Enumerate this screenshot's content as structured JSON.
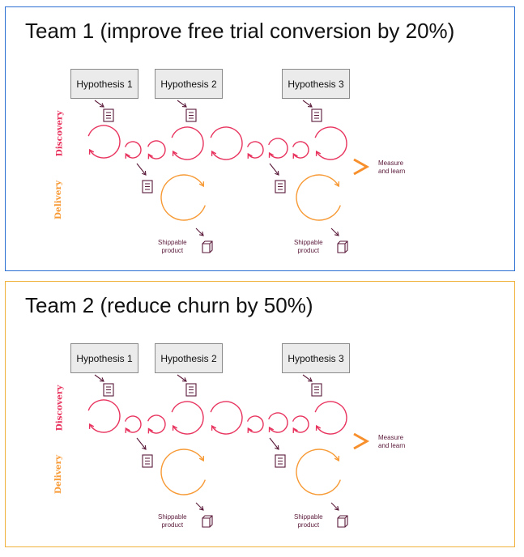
{
  "colors": {
    "team1_border": "#2a6fd1",
    "team2_border": "#f0b23c",
    "discovery": "#e8335e",
    "delivery": "#f79a35",
    "arrow_start": "#b0167e",
    "arrow_end": "#f7902c",
    "icon": "#5a1a3a"
  },
  "teams": [
    {
      "title": "Team 1 (improve free trial conversion by 20%)",
      "hypotheses": [
        "Hypothesis 1",
        "Hypothesis 2",
        "Hypothesis 3"
      ],
      "discovery_label": "Discovery",
      "delivery_label": "Delivery",
      "measure_label": "Measure\nand learn",
      "shippable": [
        "Shippable\nproduct",
        "Shippable\nproduct"
      ]
    },
    {
      "title": "Team 2 (reduce churn by 50%)",
      "hypotheses": [
        "Hypothesis 1",
        "Hypothesis 2",
        "Hypothesis 3"
      ],
      "discovery_label": "Discovery",
      "delivery_label": "Delivery",
      "measure_label": "Measure\nand learn",
      "shippable": [
        "Shippable\nproduct",
        "Shippable\nproduct"
      ]
    }
  ]
}
